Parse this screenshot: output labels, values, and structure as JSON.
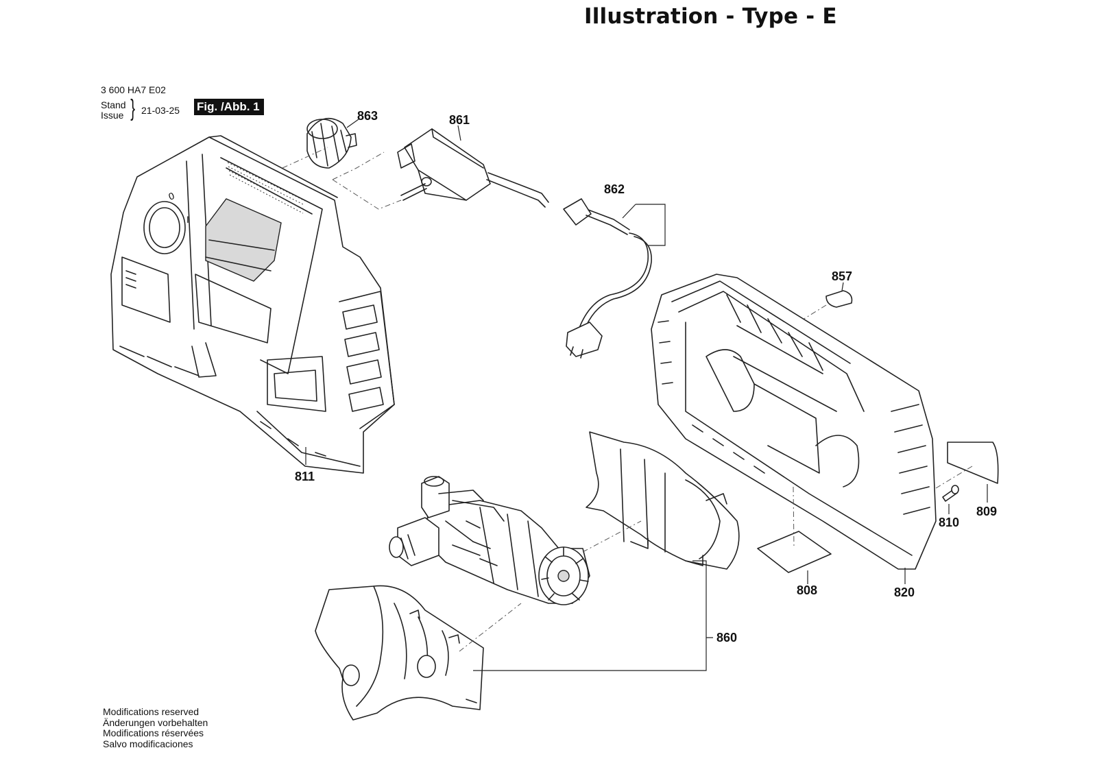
{
  "title": "Illustration - Type - E",
  "header": {
    "doc_number": "3 600 HA7 E02",
    "stand_label": "Stand",
    "issue_label": "Issue",
    "issue_date": "21-03-25",
    "figure_label": "Fig. /Abb. 1"
  },
  "callouts": {
    "c863": "863",
    "c861": "861",
    "c862": "862",
    "c857": "857",
    "c811": "811",
    "c809": "809",
    "c810": "810",
    "c808": "808",
    "c820": "820",
    "c860": "860"
  },
  "footer": {
    "line1": "Modifications reserved",
    "line2": "Änderungen vorbehalten",
    "line3": "Modifications réservées",
    "line4": "Salvo modificaciones"
  }
}
